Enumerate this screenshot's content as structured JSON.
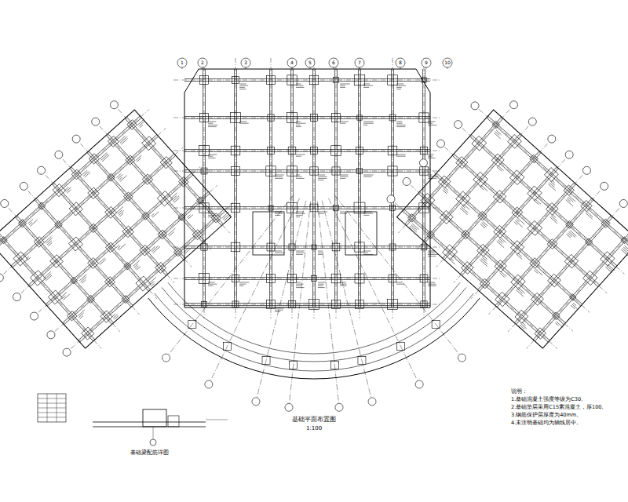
{
  "diagram": {
    "title": "基础平面布置图",
    "labels": [
      "1:100",
      "说明：",
      "1.基础混凝土强度等级为C30。",
      "2.基础垫层采用C15素混凝土，厚100。",
      "3.钢筋保护层厚度为40mm。",
      "4.未注明基础均为轴线居中。",
      "基础梁配筋详图",
      "1",
      "2",
      "3",
      "4",
      "5",
      "6",
      "7",
      "8",
      "9",
      "10"
    ]
  }
}
